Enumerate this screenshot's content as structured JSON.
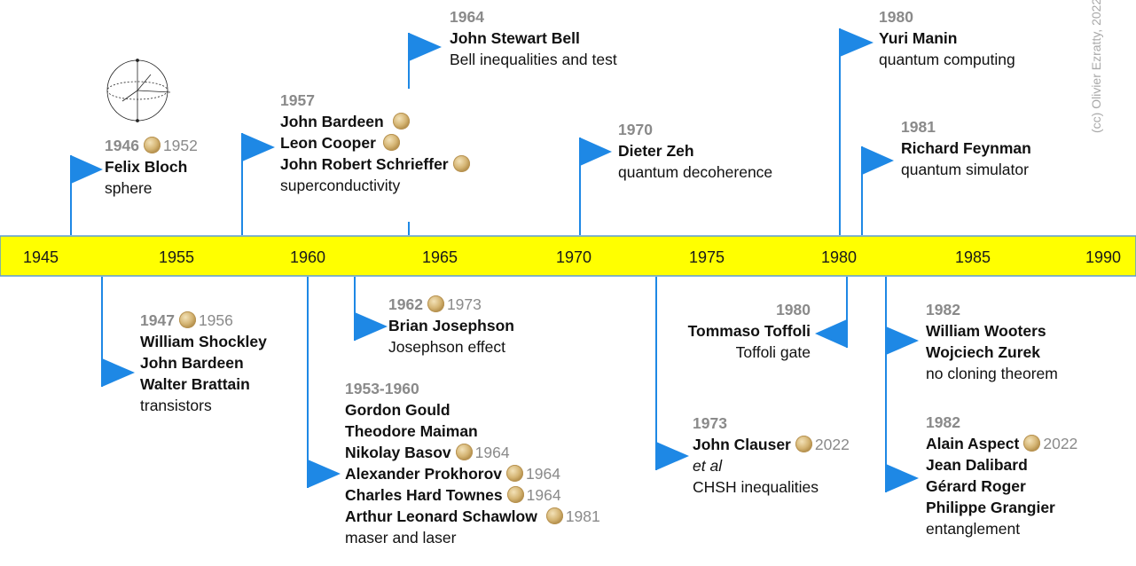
{
  "axis": {
    "color": "#ffff00",
    "border_color": "#5b9bd5",
    "ticks": [
      "1945",
      "1955",
      "1960",
      "1965",
      "1970",
      "1975",
      "1980",
      "1985",
      "1990"
    ]
  },
  "flag_color": "#1e88e5",
  "credit": "(cc) Olivier Ezratty, 2022",
  "events": {
    "bloch": {
      "year": "1946",
      "nobel": "1952",
      "names": [
        "Felix Bloch"
      ],
      "desc": "sphere"
    },
    "shockley": {
      "year": "1947",
      "nobel": "1956",
      "names": [
        "William Shockley",
        "John Bardeen",
        "Walter Brattain"
      ],
      "desc": "transistors"
    },
    "bcs": {
      "year": "1957",
      "names": [
        "John Bardeen",
        "Leon Cooper",
        "John Robert Schrieffer"
      ],
      "desc": "superconductivity"
    },
    "laser": {
      "year": "1953-1960",
      "names": [
        "Gordon Gould",
        "Theodore Maiman",
        "Nikolay Basov",
        "Alexander Prokhorov",
        "Charles Hard Townes",
        "Arthur Leonard Schawlow"
      ],
      "nobels": [
        "1964",
        "1964",
        "1964",
        "1981"
      ],
      "desc": "maser and laser"
    },
    "josephson": {
      "year": "1962",
      "nobel": "1973",
      "names": [
        "Brian Josephson"
      ],
      "desc": "Josephson effect"
    },
    "bell": {
      "year": "1964",
      "names": [
        "John Stewart Bell"
      ],
      "desc": "Bell inequalities and test"
    },
    "zeh": {
      "year": "1970",
      "names": [
        "Dieter Zeh"
      ],
      "desc": "quantum decoherence"
    },
    "clauser": {
      "year": "1973",
      "nobel": "2022",
      "names": [
        "John Clauser"
      ],
      "etal": "et al",
      "desc": "CHSH inequalities"
    },
    "manin": {
      "year": "1980",
      "names": [
        "Yuri Manin"
      ],
      "desc": "quantum computing"
    },
    "toffoli": {
      "year": "1980",
      "names": [
        "Tommaso Toffoli"
      ],
      "desc": "Toffoli gate"
    },
    "feynman": {
      "year": "1981",
      "names": [
        "Richard Feynman"
      ],
      "desc": "quantum simulator"
    },
    "wooters": {
      "year": "1982",
      "names": [
        "William Wooters",
        "Wojciech Zurek"
      ],
      "desc": "no cloning theorem"
    },
    "aspect": {
      "year": "1982",
      "nobel": "2022",
      "names": [
        "Alain Aspect",
        "Jean Dalibard",
        "Gérard Roger",
        "Philippe Grangier"
      ],
      "desc": "entanglement"
    }
  }
}
